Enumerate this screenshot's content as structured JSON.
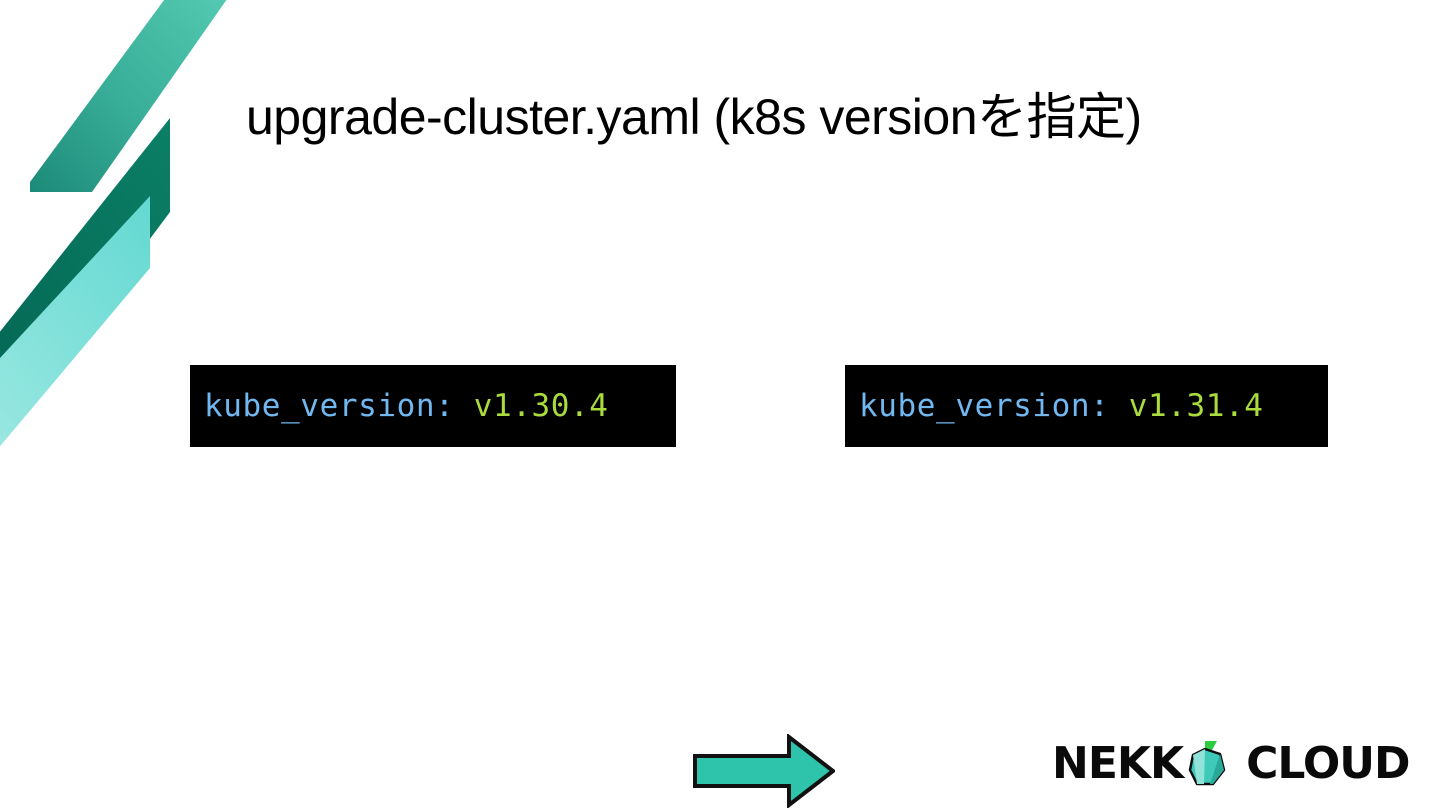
{
  "slide": {
    "title": "upgrade-cluster.yaml (k8s versionを指定)",
    "background_color": "#ffffff"
  },
  "code_blocks": [
    {
      "id": "before",
      "key": "kube_version",
      "separator": ": ",
      "value": "v1.30.4",
      "full_text": "kube_version: v1.30.4",
      "background_color": "#000000",
      "key_color": "#71b7f0",
      "value_color": "#a9dc3c"
    },
    {
      "id": "after",
      "key": "kube_version",
      "separator": ": ",
      "value": "v1.31.4",
      "full_text": "kube_version: v1.31.4",
      "background_color": "#000000",
      "key_color": "#71b7f0",
      "value_color": "#a9dc3c"
    }
  ],
  "arrow": {
    "direction": "right",
    "fill_color": "#2ec4ac",
    "stroke_color": "#111111"
  },
  "decoration": {
    "stripe_1_color_from": "#4cc2ab",
    "stripe_1_color_to": "#1f8f7d",
    "stripe_2_color_from": "#0a7a62",
    "stripe_2_color_to": "#00604e",
    "stripe_3_color_from": "#6fdcd5",
    "stripe_3_color_to": "#cdf2ef"
  },
  "logo": {
    "word_1": "NEKK",
    "icon": "gem-leaf-icon",
    "word_2": "CLOUD",
    "text_color": "#0a0a0a",
    "gem_color": "#3fc9b9",
    "leaf_color": "#2ecc40"
  }
}
